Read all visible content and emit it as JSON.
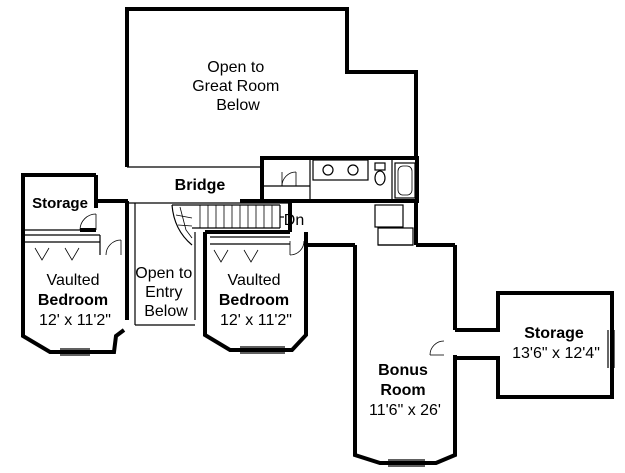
{
  "rooms": {
    "open_great_room": [
      "Open to",
      "Great Room",
      "Below"
    ],
    "bridge": "Bridge",
    "storage_small": "Storage",
    "dn": "Dn",
    "bedroom_left": {
      "line1": "Vaulted",
      "line2": "Bedroom",
      "dims": "12' x 11'2\""
    },
    "open_entry": [
      "Open to",
      "Entry",
      "Below"
    ],
    "bedroom_right": {
      "line1": "Vaulted",
      "line2": "Bedroom",
      "dims": "12' x 11'2\""
    },
    "bonus": {
      "line1": "Bonus",
      "line2": "Room",
      "dims": "11'6\" x 26'"
    },
    "storage_right": {
      "name": "Storage",
      "dims": "13'6\" x 12'4\""
    }
  }
}
